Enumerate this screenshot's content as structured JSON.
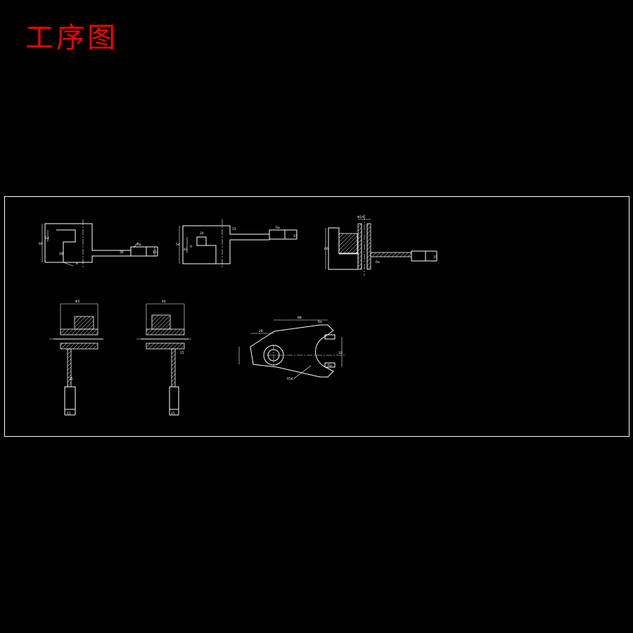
{
  "title": "工序图",
  "colors": {
    "background": "#000000",
    "title": "#ff0000",
    "lines": "#ffffff"
  },
  "dimensions": {
    "op1": [
      "66",
      "14",
      "28",
      "8",
      "36",
      "15",
      "Ra"
    ],
    "op2": [
      "24",
      "42",
      "54",
      "R",
      "15",
      "15",
      "Ra"
    ],
    "op3": [
      "Φ14",
      "66",
      "15",
      "Ra"
    ],
    "op4": [
      "Φ5",
      "25",
      "15"
    ],
    "op5": [
      "44",
      "15",
      "15"
    ],
    "op6": [
      "88",
      "Ra",
      "28",
      "R56",
      "32",
      "Ra"
    ]
  }
}
